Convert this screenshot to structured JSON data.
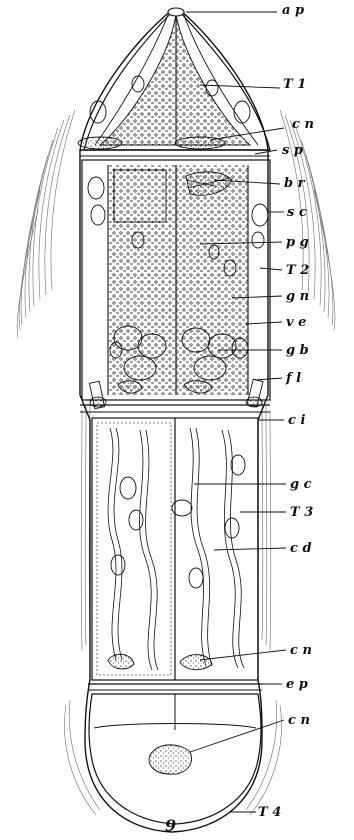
{
  "figure": {
    "number": "9",
    "labels": {
      "ap": "a p",
      "t1": "T 1",
      "cn_top": "c n",
      "sp": "s p",
      "br": "b r",
      "sc": "s c",
      "pg": "p g",
      "t2": "T 2",
      "gn": "g n",
      "ve": "v e",
      "gb": "g b",
      "fl": "f l",
      "ci": "c i",
      "gc": "g c",
      "t3": "T 3",
      "cd": "c d",
      "cn_mid": "c n",
      "ep": "e p",
      "cn_bottom": "c n",
      "t4": "T 4"
    }
  },
  "colors": {
    "ink": "#111111",
    "hair": "#555555",
    "background": "#ffffff"
  }
}
